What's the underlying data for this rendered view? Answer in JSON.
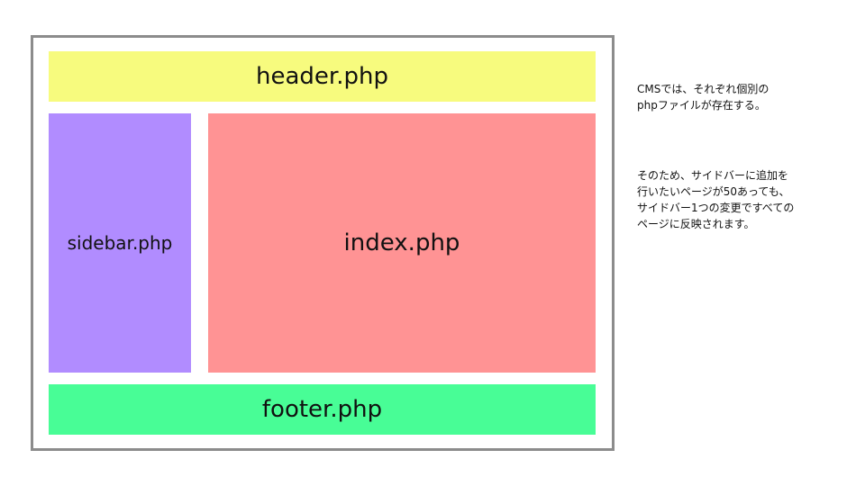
{
  "colors": {
    "header": "#f7fb7e",
    "sidebar": "#b18cff",
    "index": "#ff9394",
    "footer": "#48fd96",
    "frame_border": "#8c8c8c"
  },
  "diagram": {
    "header_label": "header.php",
    "sidebar_label": "sidebar.php",
    "index_label": "index.php",
    "footer_label": "footer.php"
  },
  "notes": {
    "para1": [
      "CMSでは、それぞれ個別の",
      "phpファイルが存在する。"
    ],
    "para2": [
      "そのため、サイドバーに追加を",
      "行いたいページが50あっても、",
      "サイドバー1つの変更ですべての",
      "ページに反映されます。"
    ]
  }
}
